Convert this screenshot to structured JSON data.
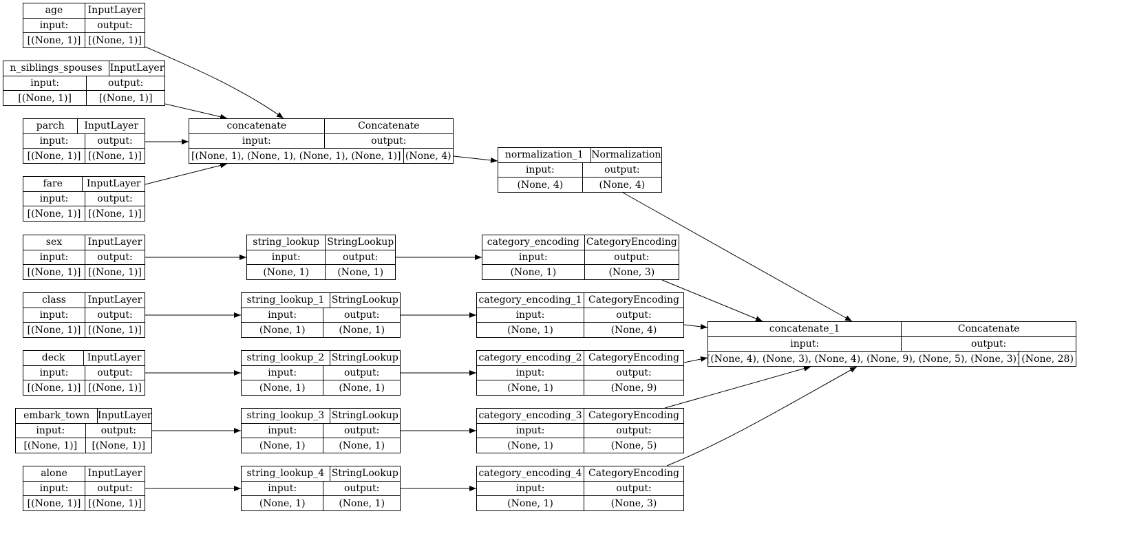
{
  "diagram": {
    "labels": {
      "input": "input:",
      "output": "output:"
    },
    "nodes": [
      {
        "id": "age",
        "name": "age",
        "type": "InputLayer",
        "input": "[(None, 1)]",
        "output": "[(None, 1)]"
      },
      {
        "id": "n_siblings_spouses",
        "name": "n_siblings_spouses",
        "type": "InputLayer",
        "input": "[(None, 1)]",
        "output": "[(None, 1)]"
      },
      {
        "id": "parch",
        "name": "parch",
        "type": "InputLayer",
        "input": "[(None, 1)]",
        "output": "[(None, 1)]"
      },
      {
        "id": "fare",
        "name": "fare",
        "type": "InputLayer",
        "input": "[(None, 1)]",
        "output": "[(None, 1)]"
      },
      {
        "id": "sex",
        "name": "sex",
        "type": "InputLayer",
        "input": "[(None, 1)]",
        "output": "[(None, 1)]"
      },
      {
        "id": "class",
        "name": "class",
        "type": "InputLayer",
        "input": "[(None, 1)]",
        "output": "[(None, 1)]"
      },
      {
        "id": "deck",
        "name": "deck",
        "type": "InputLayer",
        "input": "[(None, 1)]",
        "output": "[(None, 1)]"
      },
      {
        "id": "embark_town",
        "name": "embark_town",
        "type": "InputLayer",
        "input": "[(None, 1)]",
        "output": "[(None, 1)]"
      },
      {
        "id": "alone",
        "name": "alone",
        "type": "InputLayer",
        "input": "[(None, 1)]",
        "output": "[(None, 1)]"
      },
      {
        "id": "concatenate",
        "name": "concatenate",
        "type": "Concatenate",
        "input": "[(None, 1), (None, 1), (None, 1), (None, 1)]",
        "output": "(None, 4)"
      },
      {
        "id": "normalization_1",
        "name": "normalization_1",
        "type": "Normalization",
        "input": "(None, 4)",
        "output": "(None, 4)"
      },
      {
        "id": "string_lookup",
        "name": "string_lookup",
        "type": "StringLookup",
        "input": "(None, 1)",
        "output": "(None, 1)"
      },
      {
        "id": "string_lookup_1",
        "name": "string_lookup_1",
        "type": "StringLookup",
        "input": "(None, 1)",
        "output": "(None, 1)"
      },
      {
        "id": "string_lookup_2",
        "name": "string_lookup_2",
        "type": "StringLookup",
        "input": "(None, 1)",
        "output": "(None, 1)"
      },
      {
        "id": "string_lookup_3",
        "name": "string_lookup_3",
        "type": "StringLookup",
        "input": "(None, 1)",
        "output": "(None, 1)"
      },
      {
        "id": "string_lookup_4",
        "name": "string_lookup_4",
        "type": "StringLookup",
        "input": "(None, 1)",
        "output": "(None, 1)"
      },
      {
        "id": "category_encoding",
        "name": "category_encoding",
        "type": "CategoryEncoding",
        "input": "(None, 1)",
        "output": "(None, 3)"
      },
      {
        "id": "category_encoding_1",
        "name": "category_encoding_1",
        "type": "CategoryEncoding",
        "input": "(None, 1)",
        "output": "(None, 4)"
      },
      {
        "id": "category_encoding_2",
        "name": "category_encoding_2",
        "type": "CategoryEncoding",
        "input": "(None, 1)",
        "output": "(None, 9)"
      },
      {
        "id": "category_encoding_3",
        "name": "category_encoding_3",
        "type": "CategoryEncoding",
        "input": "(None, 1)",
        "output": "(None, 5)"
      },
      {
        "id": "category_encoding_4",
        "name": "category_encoding_4",
        "type": "CategoryEncoding",
        "input": "(None, 1)",
        "output": "(None, 3)"
      },
      {
        "id": "concatenate_1",
        "name": "concatenate_1",
        "type": "Concatenate",
        "input": "[(None, 4), (None, 3), (None, 4), (None, 9), (None, 5), (None, 3)]",
        "output": "(None, 28)"
      }
    ],
    "edges": [
      {
        "from": "age",
        "to": "concatenate"
      },
      {
        "from": "n_siblings_spouses",
        "to": "concatenate"
      },
      {
        "from": "parch",
        "to": "concatenate"
      },
      {
        "from": "fare",
        "to": "concatenate"
      },
      {
        "from": "concatenate",
        "to": "normalization_1"
      },
      {
        "from": "sex",
        "to": "string_lookup"
      },
      {
        "from": "class",
        "to": "string_lookup_1"
      },
      {
        "from": "deck",
        "to": "string_lookup_2"
      },
      {
        "from": "embark_town",
        "to": "string_lookup_3"
      },
      {
        "from": "alone",
        "to": "string_lookup_4"
      },
      {
        "from": "string_lookup",
        "to": "category_encoding"
      },
      {
        "from": "string_lookup_1",
        "to": "category_encoding_1"
      },
      {
        "from": "string_lookup_2",
        "to": "category_encoding_2"
      },
      {
        "from": "string_lookup_3",
        "to": "category_encoding_3"
      },
      {
        "from": "string_lookup_4",
        "to": "category_encoding_4"
      },
      {
        "from": "normalization_1",
        "to": "concatenate_1"
      },
      {
        "from": "category_encoding",
        "to": "concatenate_1"
      },
      {
        "from": "category_encoding_1",
        "to": "concatenate_1"
      },
      {
        "from": "category_encoding_2",
        "to": "concatenate_1"
      },
      {
        "from": "category_encoding_3",
        "to": "concatenate_1"
      },
      {
        "from": "category_encoding_4",
        "to": "concatenate_1"
      }
    ]
  }
}
